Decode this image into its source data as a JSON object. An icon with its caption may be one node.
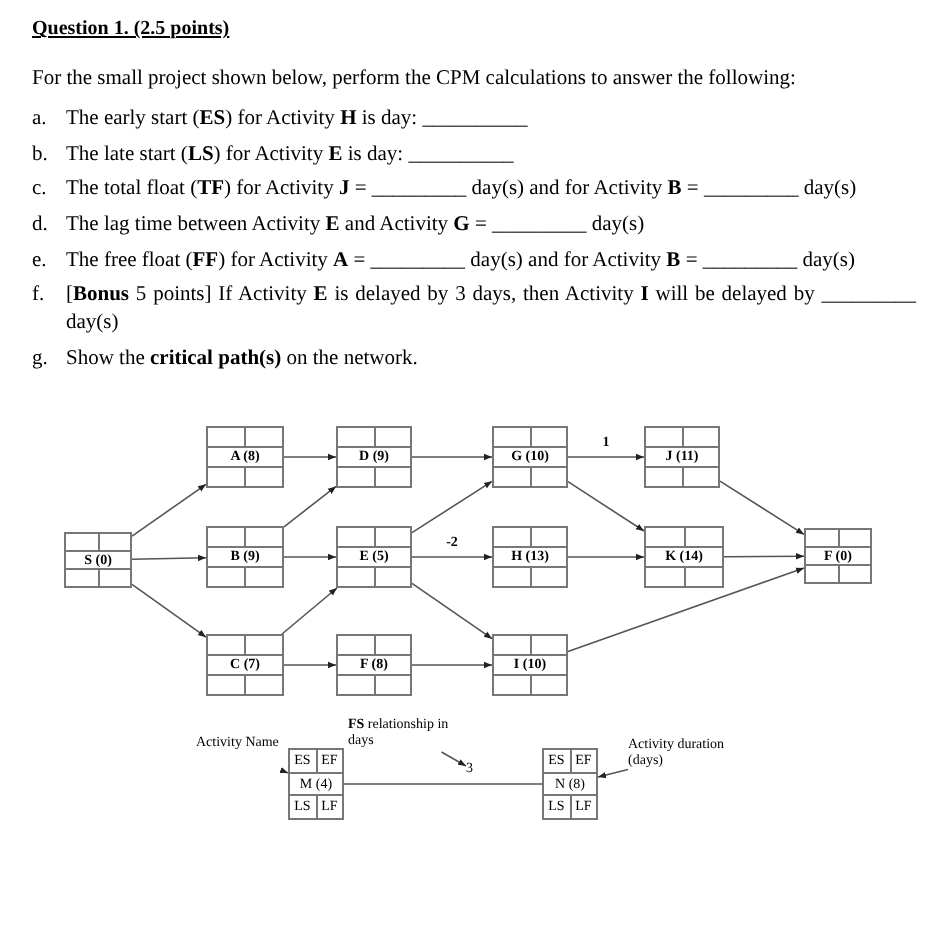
{
  "diagram": {
    "title": "Question 1. (2.5 points)",
    "nodes": [
      {
        "text": [
          "S (0)"
        ]
      },
      {
        "text": [
          "A (8)"
        ]
      },
      {
        "text": [
          "B (9)"
        ]
      },
      {
        "text": [
          "C (7)"
        ]
      },
      {
        "text": [
          "D (9)"
        ]
      },
      {
        "text": [
          "E (5)"
        ]
      },
      {
        "text": [
          "F (8)"
        ]
      },
      {
        "text": [
          "G (10)"
        ]
      },
      {
        "text": [
          "H (13)"
        ]
      },
      {
        "text": [
          "I (10)"
        ]
      },
      {
        "text": [
          "J (11)"
        ]
      },
      {
        "text": [
          "K (14)"
        ]
      },
      {
        "text": [
          "F (0)"
        ]
      },
      {
        "text": [
          "Activity Name"
        ]
      },
      {
        "text": [
          "ES",
          "EF",
          "M (4)",
          "LS",
          "LF"
        ]
      },
      {
        "text": [
          "**FS** relationship in days"
        ]
      },
      {
        "text": [
          "3"
        ]
      },
      {
        "text": [
          "ES",
          "EF",
          "N (8)",
          "LS",
          "LF"
        ]
      },
      {
        "text": [
          "Activity duration (days)"
        ]
      }
    ],
    "edges": [
      {
        "from": 0,
        "to": 1,
        "arrow": "to"
      },
      {
        "from": 0,
        "to": 2,
        "arrow": "to"
      },
      {
        "from": 0,
        "to": 3,
        "arrow": "to"
      },
      {
        "from": 1,
        "to": 4,
        "arrow": "to"
      },
      {
        "from": 2,
        "to": 4,
        "arrow": "to"
      },
      {
        "from": 2,
        "to": 5,
        "arrow": "to"
      },
      {
        "from": 3,
        "to": 5,
        "arrow": "to"
      },
      {
        "from": 3,
        "to": 6,
        "arrow": "to"
      },
      {
        "from": 4,
        "to": 7,
        "arrow": "to"
      },
      {
        "from": 5,
        "to": 7,
        "arrow": "to"
      },
      {
        "from": 5,
        "to": 8,
        "arrow": "to",
        "label": "-2"
      },
      {
        "from": 5,
        "to": 9,
        "arrow": "to"
      },
      {
        "from": 6,
        "to": 9,
        "arrow": "to"
      },
      {
        "from": 7,
        "to": 10,
        "arrow": "to",
        "label": "1"
      },
      {
        "from": 7,
        "to": 11,
        "arrow": "to"
      },
      {
        "from": 8,
        "to": 11,
        "arrow": "to"
      },
      {
        "from": 10,
        "to": 12,
        "arrow": "to"
      },
      {
        "from": 11,
        "to": 12,
        "arrow": "to"
      },
      {
        "from": 9,
        "to": 12,
        "arrow": "to"
      },
      {
        "from": 14,
        "to": 17,
        "arrow": "none"
      },
      {
        "from": 13,
        "to": 14,
        "arrow": "to"
      },
      {
        "from": 15,
        "to": 16,
        "arrow": "to"
      },
      {
        "from": 18,
        "to": 17,
        "arrow": "to"
      }
    ],
    "labels": [
      "For the small project shown below, perform the CPM calculations to answer the following:",
      "a.",
      "The early start (**ES**) for Activity **H** is day: __________",
      "b.",
      "The late start (**LS**) for Activity **E** is day: __________",
      "c.",
      "The total float (**TF**) for Activity **J** = _________ day(s) and for Activity **B** = _________ day(s)",
      "d.",
      "The lag time between Activity **E** and Activity **G** = _________ day(s)",
      "e.",
      "The free float (**FF**) for Activity **A** = _________ day(s) and for Activity **B** = _________ day(s)",
      "f.",
      "[**Bonus** 5 points] If Activity **E** is delayed by 3 days, then Activity **I** will be delayed by _________ day(s)",
      "g.",
      "Show the **critical path(s)** on the network."
    ]
  }
}
